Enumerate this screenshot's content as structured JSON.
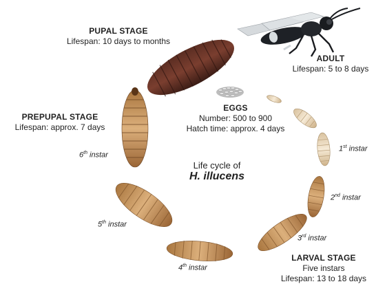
{
  "title": {
    "line1": "Life cycle of",
    "line2": "H. illucens"
  },
  "stages": {
    "pupal": {
      "name": "PUPAL STAGE",
      "detail": "Lifespan: 10 days to months"
    },
    "adult": {
      "name": "ADULT",
      "detail": "Lifespan: 5 to 8 days"
    },
    "eggs": {
      "name": "EGGS",
      "number": "Number: 500 to 900",
      "hatch": "Hatch time: approx. 4 days"
    },
    "prepupal": {
      "name": "PREPUPAL STAGE",
      "detail": "Lifespan: approx. 7 days"
    },
    "larval": {
      "name": "LARVAL STAGE",
      "detail1": "Five instars",
      "detail2": "Lifespan: 13 to 18 days"
    }
  },
  "instars": [
    {
      "num": "1",
      "sup": "st",
      "word": "instar"
    },
    {
      "num": "2",
      "sup": "nd",
      "word": "instar"
    },
    {
      "num": "3",
      "sup": "rd",
      "word": "instar"
    },
    {
      "num": "4",
      "sup": "th",
      "word": "instar"
    },
    {
      "num": "5",
      "sup": "th",
      "word": "instar"
    },
    {
      "num": "6",
      "sup": "th",
      "word": "instar"
    }
  ]
}
